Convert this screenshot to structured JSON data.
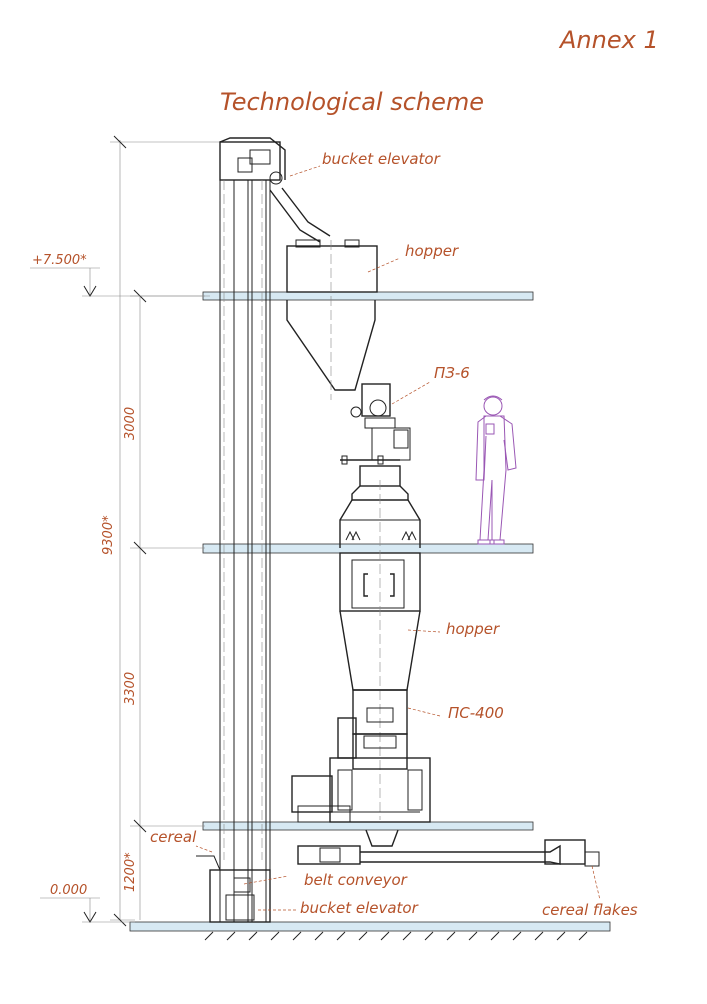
{
  "annex": "Annex 1",
  "title": "Technological scheme",
  "labels": {
    "bucket_elevator_top": "bucket elevator",
    "hopper_top": "hopper",
    "pz6": "ПЗ-6",
    "hopper_middle": "hopper",
    "ps400": "ПС-400",
    "cereal": "cereal",
    "belt_conveyor": "belt conveyor",
    "bucket_elevator_bottom": "bucket elevator",
    "cereal_flakes": "cereal flakes"
  },
  "dimensions": {
    "level_top": "+7.500*",
    "level_zero": "0.000",
    "d3000": "3000",
    "d9300": "9300*",
    "d3300": "3300",
    "d1200": "1200*"
  },
  "colors": {
    "annotation": "#b5522a",
    "slab_fill": "#d7e9f3",
    "person": "#9a57b4"
  }
}
